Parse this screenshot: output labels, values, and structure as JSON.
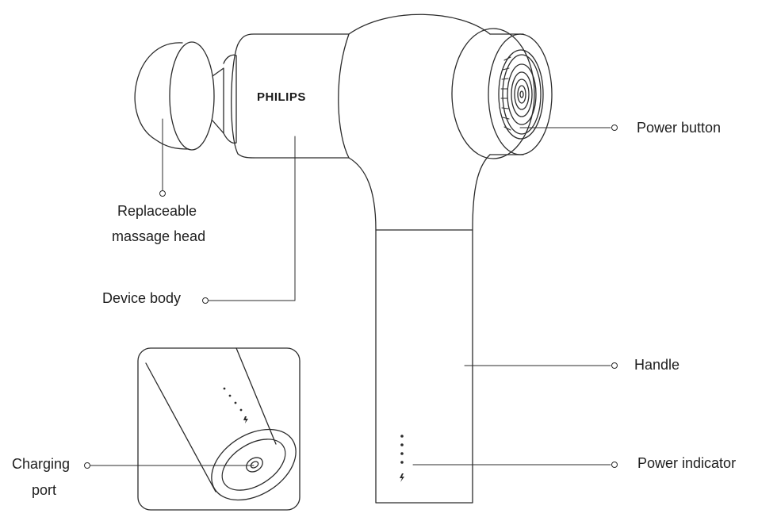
{
  "brand": "PHILIPS",
  "labels": {
    "power_button": "Power button",
    "massage_head_line1": "Replaceable",
    "massage_head_line2": "massage head",
    "device_body": "Device body",
    "handle": "Handle",
    "power_indicator": "Power indicator",
    "charging_port_line1": "Charging",
    "charging_port_line2": "port"
  },
  "colors": {
    "stroke": "#2b2b2b",
    "text": "#1e1e1e",
    "background": "#ffffff"
  }
}
